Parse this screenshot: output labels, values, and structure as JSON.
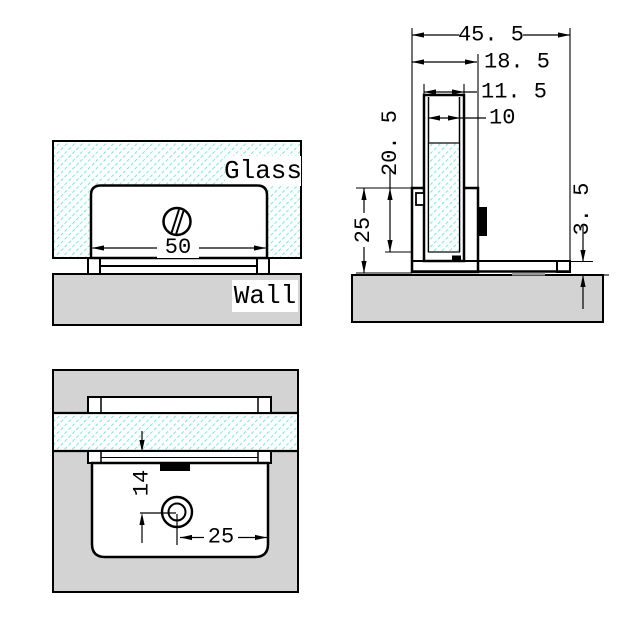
{
  "colors": {
    "line": "#000000",
    "glass_hatch": "#45ddcf",
    "glass_bg": "#fdfffe",
    "wall_fill": "#d3d3d3",
    "fastener_fill": "#000000",
    "label_bg": "#ffffff",
    "pad_fill": "#9a9a9a"
  },
  "labels": {
    "glass": "Glass",
    "wall": "Wall"
  },
  "views": {
    "front": {
      "dims": {
        "clamp_width": "50"
      }
    },
    "side": {
      "dims": {
        "overall_depth": "45. 5",
        "body_depth": "18. 5",
        "channel_outer": "11. 5",
        "glass_slot": "10",
        "slot_depth": "20. 5",
        "body_height": "25",
        "plate_thickness": "3. 5"
      }
    },
    "top": {
      "dims": {
        "hole_to_edge": "14",
        "hole_to_side": "25"
      }
    }
  }
}
